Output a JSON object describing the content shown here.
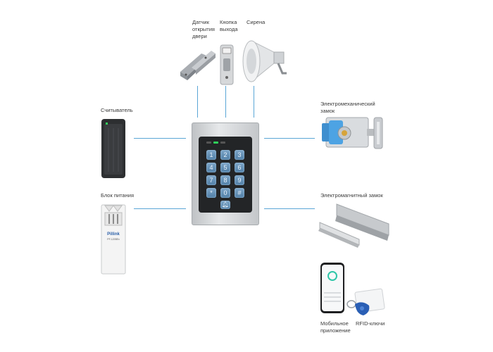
{
  "labels": {
    "door_sensor": "Датчик\nоткрытия\nдвери",
    "exit_button": "Кнопка\nвыхода",
    "siren": "Сирена",
    "reader": "Считыватель",
    "power_supply": "Блок питания",
    "electromech_lock": "Электромеханический\nзамок",
    "electromag_lock": "Электромагнитный замок",
    "mobile_app": "Мобильное\nприложение",
    "rfid_keys": "RFID-ключи"
  },
  "power_unit_brand": "Pillink",
  "power_unit_model": "PF-1205Ex",
  "keypad": {
    "keys": [
      "1",
      "2",
      "3",
      "4",
      "5",
      "6",
      "7",
      "8",
      "9",
      "*",
      "0",
      "#"
    ],
    "bell_icon": "bell-icon"
  },
  "colors": {
    "connector": "#5aa6d6",
    "keypad_led_green": "#2fd05a",
    "phone_accent": "#2fc6a8",
    "fob": "#2a5fb5"
  }
}
